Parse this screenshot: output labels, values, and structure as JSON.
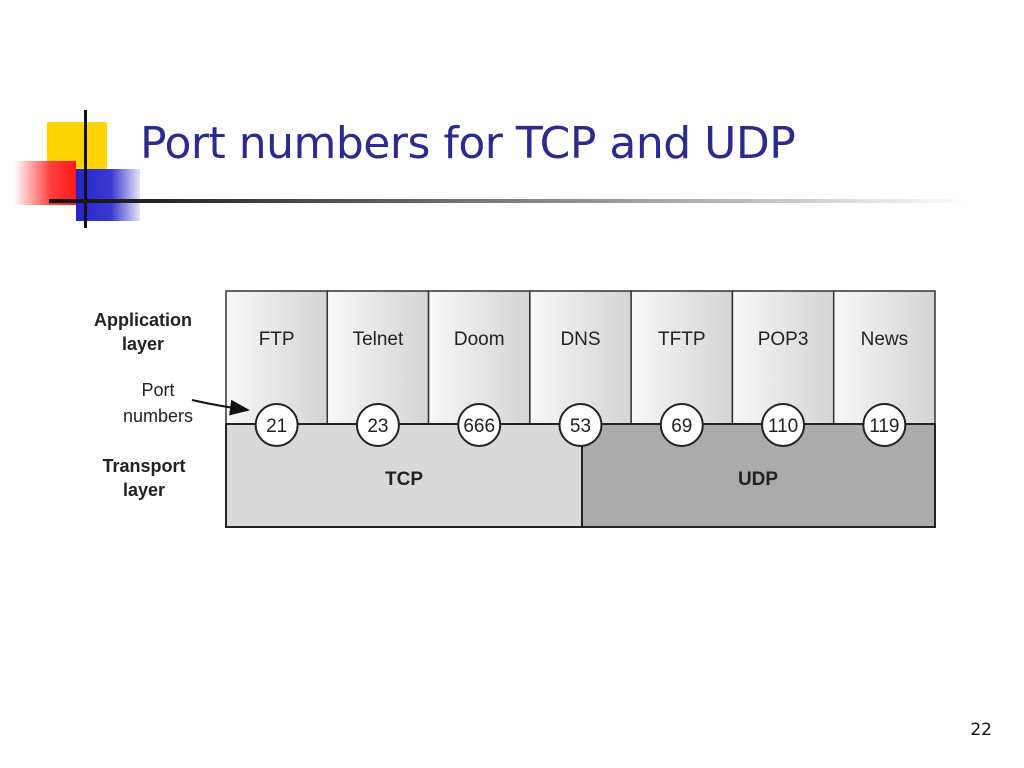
{
  "slide": {
    "title": "Port numbers for TCP and UDP",
    "page_number": "22"
  },
  "diagram": {
    "labels": {
      "application_layer_line1": "Application",
      "application_layer_line2": "layer",
      "port_numbers_line1": "Port",
      "port_numbers_line2": "numbers",
      "transport_layer_line1": "Transport",
      "transport_layer_line2": "layer"
    },
    "applications": [
      {
        "name": "FTP",
        "port": "21"
      },
      {
        "name": "Telnet",
        "port": "23"
      },
      {
        "name": "Doom",
        "port": "666"
      },
      {
        "name": "DNS",
        "port": "53"
      },
      {
        "name": "TFTP",
        "port": "69"
      },
      {
        "name": "POP3",
        "port": "110"
      },
      {
        "name": "News",
        "port": "119"
      }
    ],
    "transport": {
      "tcp_label": "TCP",
      "udp_label": "UDP"
    },
    "colors": {
      "tcp_fill": "#d9d9d9",
      "udp_fill": "#ababab",
      "app_fill_light": "#f7f7f7",
      "app_fill_dark": "#d6d6d6",
      "title": "#2b2b8f"
    }
  }
}
